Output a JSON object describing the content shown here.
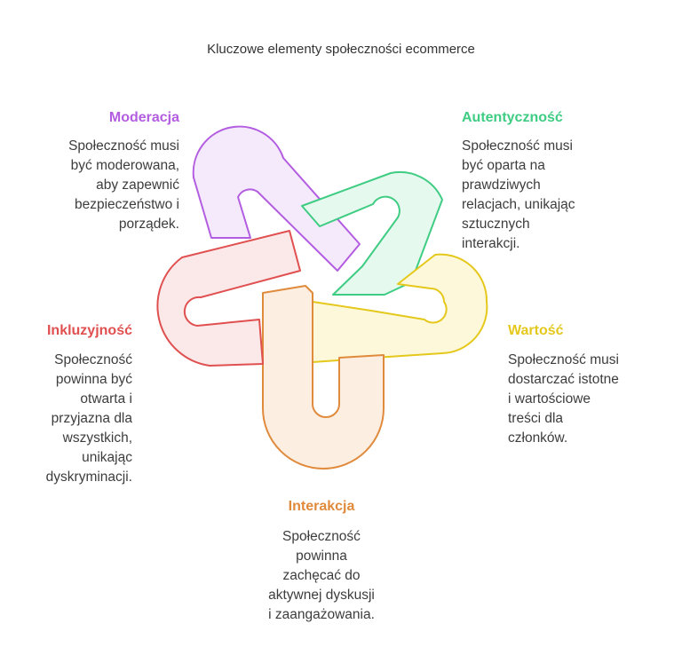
{
  "title": "Kluczowe elementy społeczności ecommerce",
  "colors": {
    "moderacja": "#b35de0",
    "moderacja_fill": "#f5eafc",
    "autentycznosc": "#3fcc83",
    "autentycznosc_fill": "#e6f9ee",
    "wartosc": "#e5c81c",
    "wartosc_fill": "#fdf8d9",
    "interakcja": "#e08a3c",
    "interakcja_fill": "#fdeee2",
    "inkluzyjnosc": "#e05050",
    "inkluzyjnosc_fill": "#fbe8e8"
  },
  "sections": {
    "moderacja": {
      "heading": "Moderacja",
      "lines": [
        "Społeczność musi",
        "być moderowana,",
        "aby zapewnić",
        "bezpieczeństwo i",
        "porządek."
      ]
    },
    "autentycznosc": {
      "heading": "Autentyczność",
      "lines": [
        "Społeczność musi",
        "być oparta na",
        "prawdziwych",
        "relacjach, unikając",
        "sztucznych",
        "interakcji."
      ]
    },
    "wartosc": {
      "heading": "Wartość",
      "lines": [
        "Społeczność musi",
        "dostarczać istotne",
        "i wartościowe",
        "treści dla",
        "członków."
      ]
    },
    "interakcja": {
      "heading": "Interakcja",
      "lines": [
        "Społeczność",
        "powinna",
        "zachęcać do",
        "aktywnej dyskusji",
        "i zaangażowania."
      ]
    },
    "inkluzyjnosc": {
      "heading": "Inkluzyjność",
      "lines": [
        "Społeczność",
        "powinna być",
        "otwarta i",
        "przyjazna dla",
        "wszystkich,",
        "unikając",
        "dyskryminacji."
      ]
    }
  }
}
